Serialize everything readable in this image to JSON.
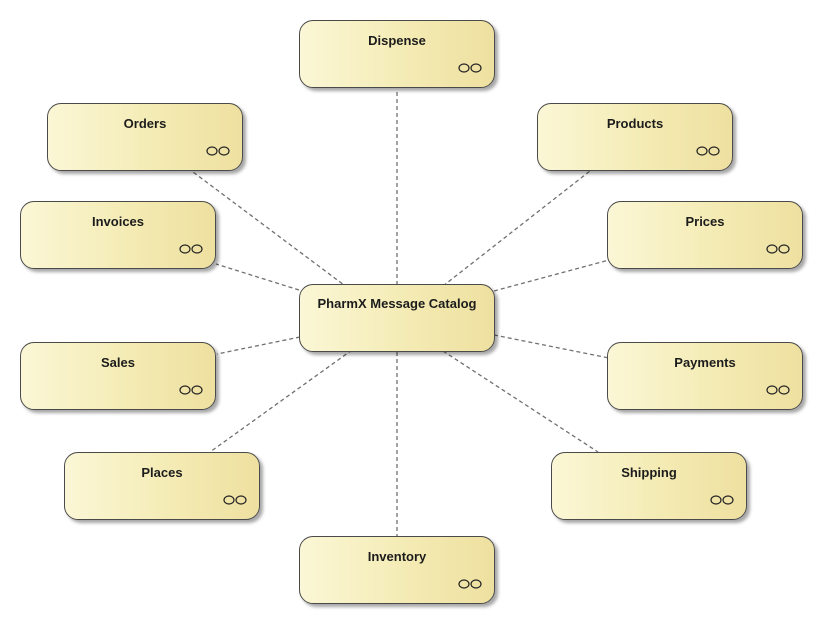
{
  "diagram": {
    "center": {
      "id": "center",
      "label": "PharmX Message Catalog"
    },
    "nodes": [
      {
        "id": "dispense",
        "label": "Dispense",
        "icon": "collaboration-icon"
      },
      {
        "id": "orders",
        "label": "Orders",
        "icon": "collaboration-icon"
      },
      {
        "id": "products",
        "label": "Products",
        "icon": "collaboration-icon"
      },
      {
        "id": "invoices",
        "label": "Invoices",
        "icon": "collaboration-icon"
      },
      {
        "id": "prices",
        "label": "Prices",
        "icon": "collaboration-icon"
      },
      {
        "id": "sales",
        "label": "Sales",
        "icon": "collaboration-icon"
      },
      {
        "id": "payments",
        "label": "Payments",
        "icon": "collaboration-icon"
      },
      {
        "id": "places",
        "label": "Places",
        "icon": "collaboration-icon"
      },
      {
        "id": "shipping",
        "label": "Shipping",
        "icon": "collaboration-icon"
      },
      {
        "id": "inventory",
        "label": "Inventory",
        "icon": "collaboration-icon"
      }
    ],
    "connections": [
      {
        "from": "center",
        "to": "dispense",
        "style": "dashed"
      },
      {
        "from": "center",
        "to": "orders",
        "style": "dashed"
      },
      {
        "from": "center",
        "to": "products",
        "style": "dashed"
      },
      {
        "from": "center",
        "to": "invoices",
        "style": "dashed"
      },
      {
        "from": "center",
        "to": "prices",
        "style": "dashed"
      },
      {
        "from": "center",
        "to": "sales",
        "style": "dashed"
      },
      {
        "from": "center",
        "to": "payments",
        "style": "dashed"
      },
      {
        "from": "center",
        "to": "places",
        "style": "dashed"
      },
      {
        "from": "center",
        "to": "shipping",
        "style": "dashed"
      },
      {
        "from": "center",
        "to": "inventory",
        "style": "dashed"
      }
    ],
    "colors": {
      "node_fill_light": "#fbf7d6",
      "node_fill_dark": "#eee0a0",
      "node_border": "#4a4a4a",
      "connector": "#707070"
    }
  }
}
